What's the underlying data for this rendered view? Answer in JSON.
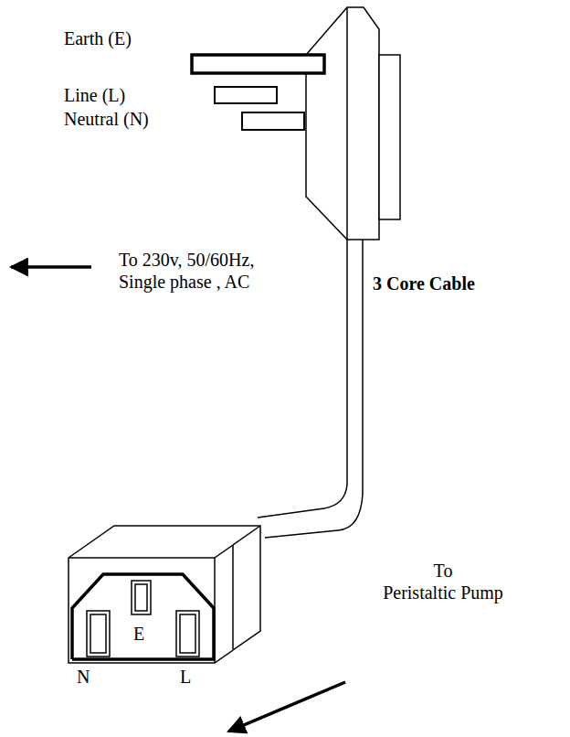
{
  "diagram": {
    "labels": [
      "Earth (E)",
      "Line (L)",
      "Neutral (N)",
      "To 230v, 50/60Hz, Single phase , AC",
      "3 Core Cable",
      "E",
      "N",
      "L",
      "To Peristaltic Pump"
    ]
  }
}
